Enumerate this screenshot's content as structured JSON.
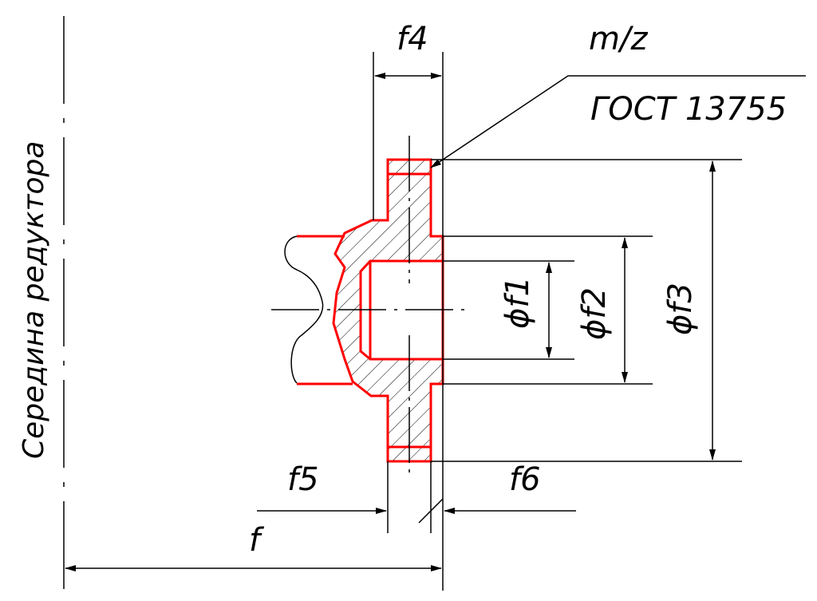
{
  "labels": {
    "f4": "f4",
    "module": "m/z",
    "standard": "ГОСТ 13755",
    "df1": "ϕf1",
    "df2": "ϕf2",
    "df3": "ϕf3",
    "f5": "f5",
    "f6": "f6",
    "f": "f",
    "center": "Середина редуктора"
  },
  "colors": {
    "contour": "#ff0000",
    "lines": "#000000"
  }
}
